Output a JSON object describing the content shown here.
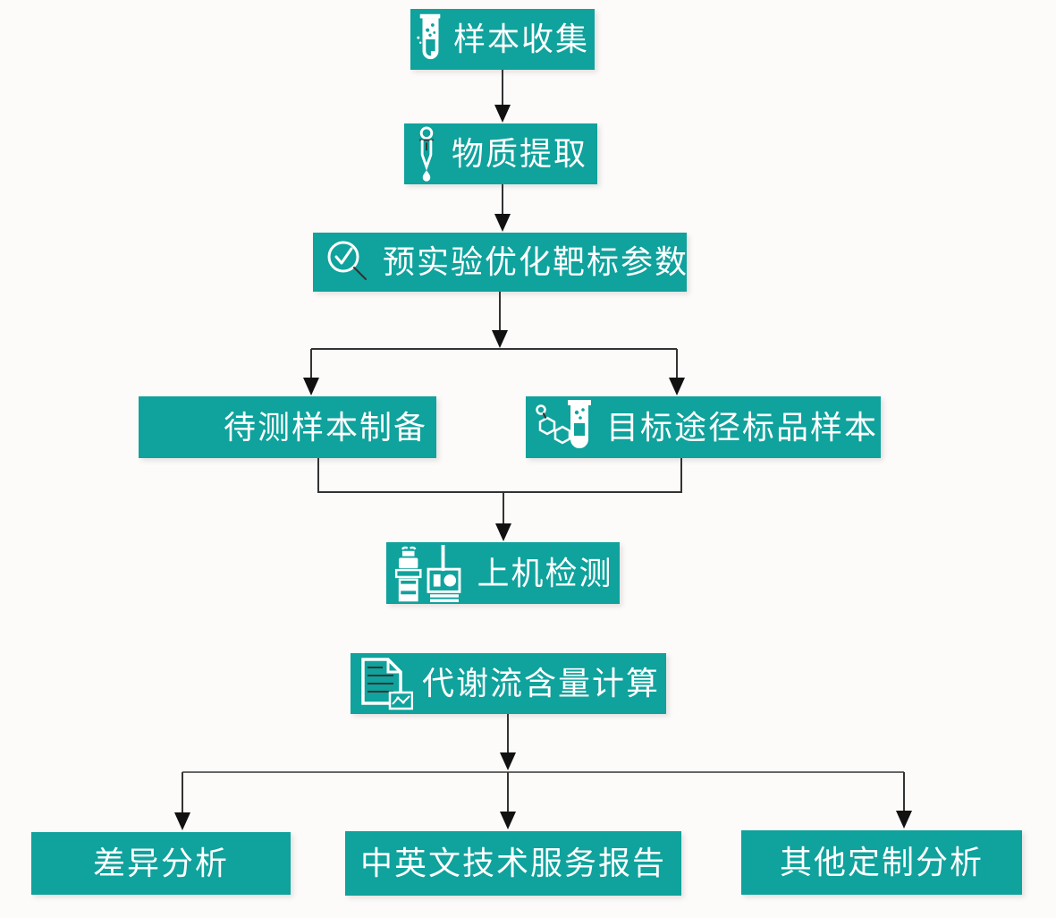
{
  "flowchart": {
    "nodes": {
      "sample_collection": {
        "label": "样本收集",
        "icon": "test-tube-icon"
      },
      "extraction": {
        "label": "物质提取",
        "icon": "dropper-icon"
      },
      "pre_experiment": {
        "label": "预实验优化靶标参数",
        "icon": "magnifier-check-icon"
      },
      "sample_prep": {
        "label": "待测样本制备",
        "icon": null
      },
      "standard_sample": {
        "label": "目标途径标品样本",
        "icon": "molecule-testtube-icon"
      },
      "machine_detection": {
        "label": "上机检测",
        "icon": "instrument-icon"
      },
      "flux_calculation": {
        "label": "代谢流含量计算",
        "icon": "document-chart-icon"
      },
      "diff_analysis": {
        "label": "差异分析",
        "icon": null
      },
      "tech_report": {
        "label": "中英文技术服务报告",
        "icon": null
      },
      "custom_analysis": {
        "label": "其他定制分析",
        "icon": null
      }
    },
    "edges": [
      {
        "from": "sample_collection",
        "to": "extraction"
      },
      {
        "from": "extraction",
        "to": "pre_experiment"
      },
      {
        "from": "pre_experiment",
        "to": "sample_prep"
      },
      {
        "from": "pre_experiment",
        "to": "standard_sample"
      },
      {
        "from": "sample_prep",
        "to": "machine_detection"
      },
      {
        "from": "standard_sample",
        "to": "machine_detection"
      },
      {
        "from": "machine_detection",
        "to": "flux_calculation"
      },
      {
        "from": "flux_calculation",
        "to": "diff_analysis"
      },
      {
        "from": "flux_calculation",
        "to": "tech_report"
      },
      {
        "from": "flux_calculation",
        "to": "custom_analysis"
      }
    ],
    "colors": {
      "node_fill": "#10a29c",
      "node_text": "#ffffff",
      "connector": "#333333",
      "connector_soft": "#666666",
      "arrowhead": "#111111",
      "background": "#fcfbf9"
    }
  }
}
